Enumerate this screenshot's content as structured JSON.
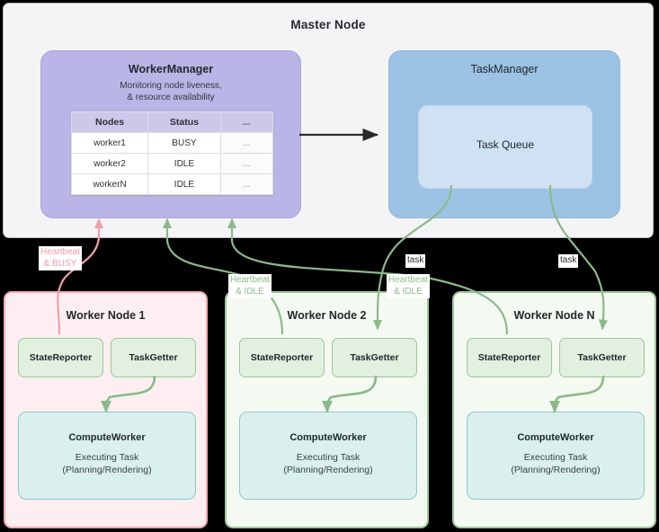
{
  "master": {
    "title": "Master Node",
    "worker_manager": {
      "title": "WorkerManager",
      "subtitle_line1": "Monitoring node liveness,",
      "subtitle_line2": "& resource availability",
      "table": {
        "headers": [
          "Nodes",
          "Status",
          "..."
        ],
        "rows": [
          {
            "node": "worker1",
            "status": "BUSY",
            "status_kind": "busy",
            "more": "..."
          },
          {
            "node": "worker2",
            "status": "IDLE",
            "status_kind": "idle",
            "more": "..."
          },
          {
            "node": "workerN",
            "status": "IDLE",
            "status_kind": "idle",
            "more": "..."
          }
        ]
      }
    },
    "task_manager": {
      "title": "TaskManager",
      "queue_label": "Task Queue"
    }
  },
  "workers": [
    {
      "title": "Worker Node 1",
      "state_reporter": "StateReporter",
      "task_getter": "TaskGetter",
      "compute_worker": {
        "title": "ComputeWorker",
        "line1": "Executing Task",
        "line2": "(Planning/Rendering)"
      }
    },
    {
      "title": "Worker Node 2",
      "state_reporter": "StateReporter",
      "task_getter": "TaskGetter",
      "compute_worker": {
        "title": "ComputeWorker",
        "line1": "Executing Task",
        "line2": "(Planning/Rendering)"
      }
    },
    {
      "title": "Worker Node N",
      "state_reporter": "StateReporter",
      "task_getter": "TaskGetter",
      "compute_worker": {
        "title": "ComputeWorker",
        "line1": "Executing Task",
        "line2": "(Planning/Rendering)"
      }
    }
  ],
  "edges": {
    "heartbeat_busy_line1": "Heartbeat",
    "heartbeat_busy_line2": "& BUSY",
    "heartbeat_idle_2_line1": "Heartbeat",
    "heartbeat_idle_2_line2": "& IDLE",
    "heartbeat_idle_n_line1": "Heartbeat",
    "heartbeat_idle_n_line2": "& IDLE",
    "task_2": "task",
    "task_n": "task"
  },
  "colors": {
    "busy": "#f2848c",
    "idle": "#5a9e5e",
    "worker_manager_fill": "#b9b5e6",
    "task_manager_fill": "#9cc3e4",
    "task_queue_fill": "#cfe1f3",
    "worker1_border": "#f4a9b2",
    "worker_green_border": "#9dc79a",
    "compute_fill": "#d9f0ee",
    "arrow_black": "#2b2b2b",
    "arrow_pink": "#f0a0a9",
    "arrow_green": "#8cb98a"
  }
}
